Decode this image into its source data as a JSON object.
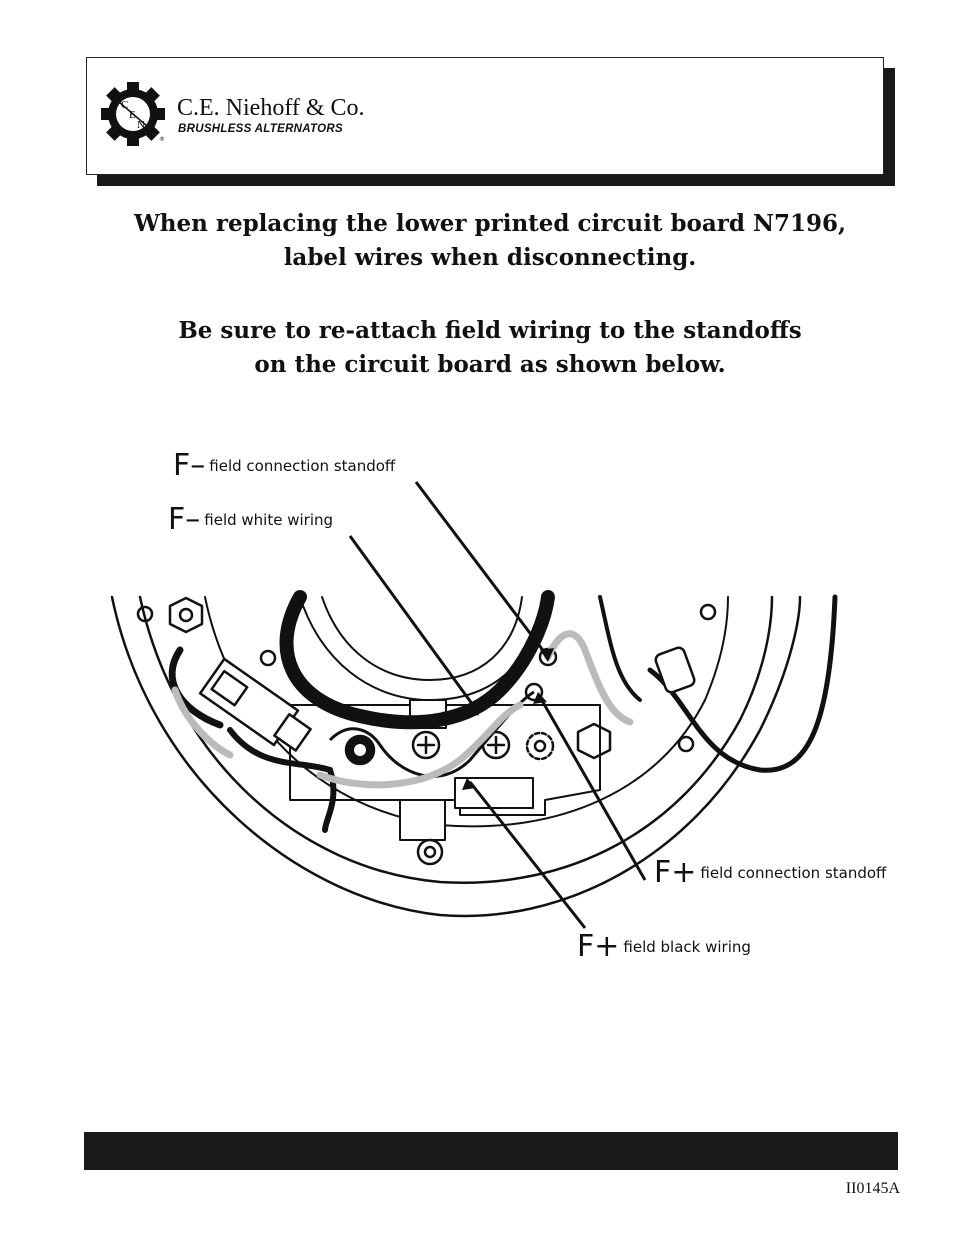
{
  "header": {
    "logo_letters": {
      "c": "C",
      "e": "E",
      "n": "N"
    },
    "company_name": "C.E. Niehoff & Co.",
    "tagline": "BRUSHLESS ALTERNATORS",
    "registered": "®"
  },
  "instructions": {
    "line1": "When replacing the lower printed circuit board N7196,",
    "line2": "label wires when disconnecting.",
    "line3": "Be sure to re-attach field wiring to the standoffs",
    "line4": "on the circuit board as shown below."
  },
  "callouts": [
    {
      "symbol": "F–",
      "text": "field connection standoff"
    },
    {
      "symbol": "F–",
      "text": "field white wiring"
    },
    {
      "symbol": "F+",
      "text": "field connection standoff"
    },
    {
      "symbol": "F+",
      "text": "field black wiring"
    }
  ],
  "footer": {
    "doc_code": "II0145A"
  }
}
